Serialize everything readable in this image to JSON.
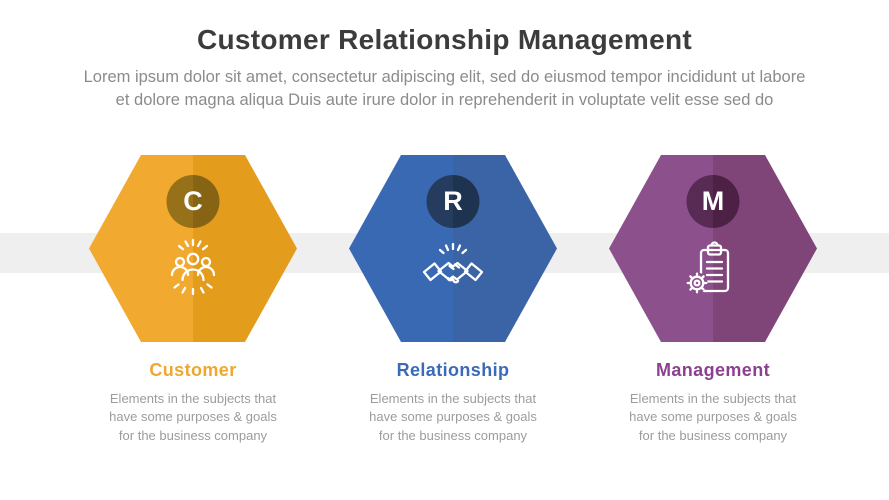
{
  "page": {
    "title": "Customer Relationship Management",
    "subtitle": "Lorem ipsum dolor sit amet, consectetur adipiscing elit, sed do eiusmod tempor incididunt ut labore\net dolore magna aliqua Duis aute irure dolor in reprehenderit in voluptate velit esse sed do",
    "colors": {
      "title-color": "#3c3c3c",
      "subtitle-color": "#8b8b8b",
      "description-color": "#9c9c9c",
      "band-color": "#efefef",
      "background-color": "#ffffff"
    }
  },
  "columns": [
    {
      "letter": "C",
      "title": "Customer",
      "description": "Elements in the subjects that\nhave  some purposes & goals\nfor the  business company",
      "icon": "people-group-icon",
      "colors": {
        "hex-left": "#f2a92f",
        "hex-right": "#e49c1d",
        "circle-left": "#97711a",
        "circle-right": "#876414",
        "heading": "#f0a72f"
      }
    },
    {
      "letter": "R",
      "title": "Relationship",
      "description": "Elements in the subjects that\nhave  some purposes & goals\nfor the  business company",
      "icon": "handshake-icon",
      "colors": {
        "hex-left": "#3a69b4",
        "hex-right": "#3a64a5",
        "circle-left": "#253c5f",
        "circle-right": "#1e3350",
        "heading": "#3a6ab8"
      }
    },
    {
      "letter": "M",
      "title": "Management",
      "description": "Elements in the subjects that\nhave  some purposes & goals\nfor the  business company",
      "icon": "clipboard-gear-icon",
      "colors": {
        "hex-left": "#8c518d",
        "hex-right": "#7f4579",
        "circle-left": "#582b55",
        "circle-right": "#4c2145",
        "heading": "#8b4190"
      }
    }
  ]
}
